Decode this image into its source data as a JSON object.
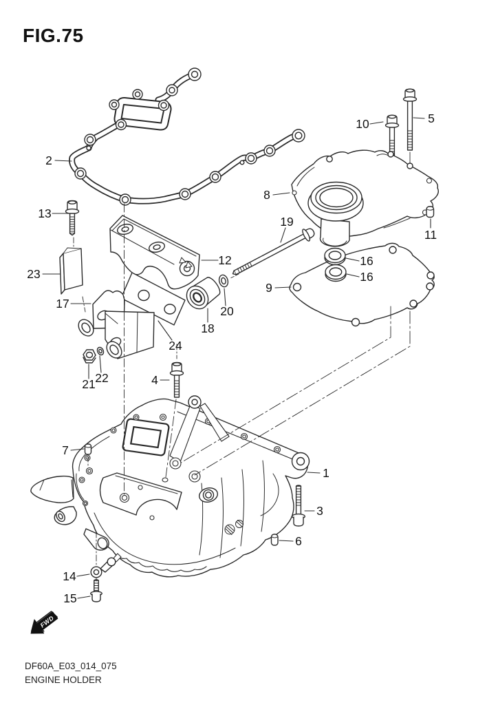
{
  "figure": {
    "title": "FIG.75",
    "drawing_code": "DF60A_E03_014_075",
    "caption": "ENGINE HOLDER",
    "direction_label": "FWD"
  },
  "callouts": {
    "c1": "1",
    "c2": "2",
    "c3": "3",
    "c4": "4",
    "c5": "5",
    "c6": "6",
    "c7": "7",
    "c8": "8",
    "c9": "9",
    "c10": "10",
    "c11": "11",
    "c12": "12",
    "c13": "13",
    "c14": "14",
    "c15": "15",
    "c16a": "16",
    "c16b": "16",
    "c17": "17",
    "c18": "18",
    "c19": "19",
    "c20": "20",
    "c21": "21",
    "c22": "22",
    "c23": "23",
    "c24": "24"
  },
  "style": {
    "line_color": "#2a2a2a",
    "paper_color": "#ffffff",
    "arrow_color": "#111111"
  }
}
